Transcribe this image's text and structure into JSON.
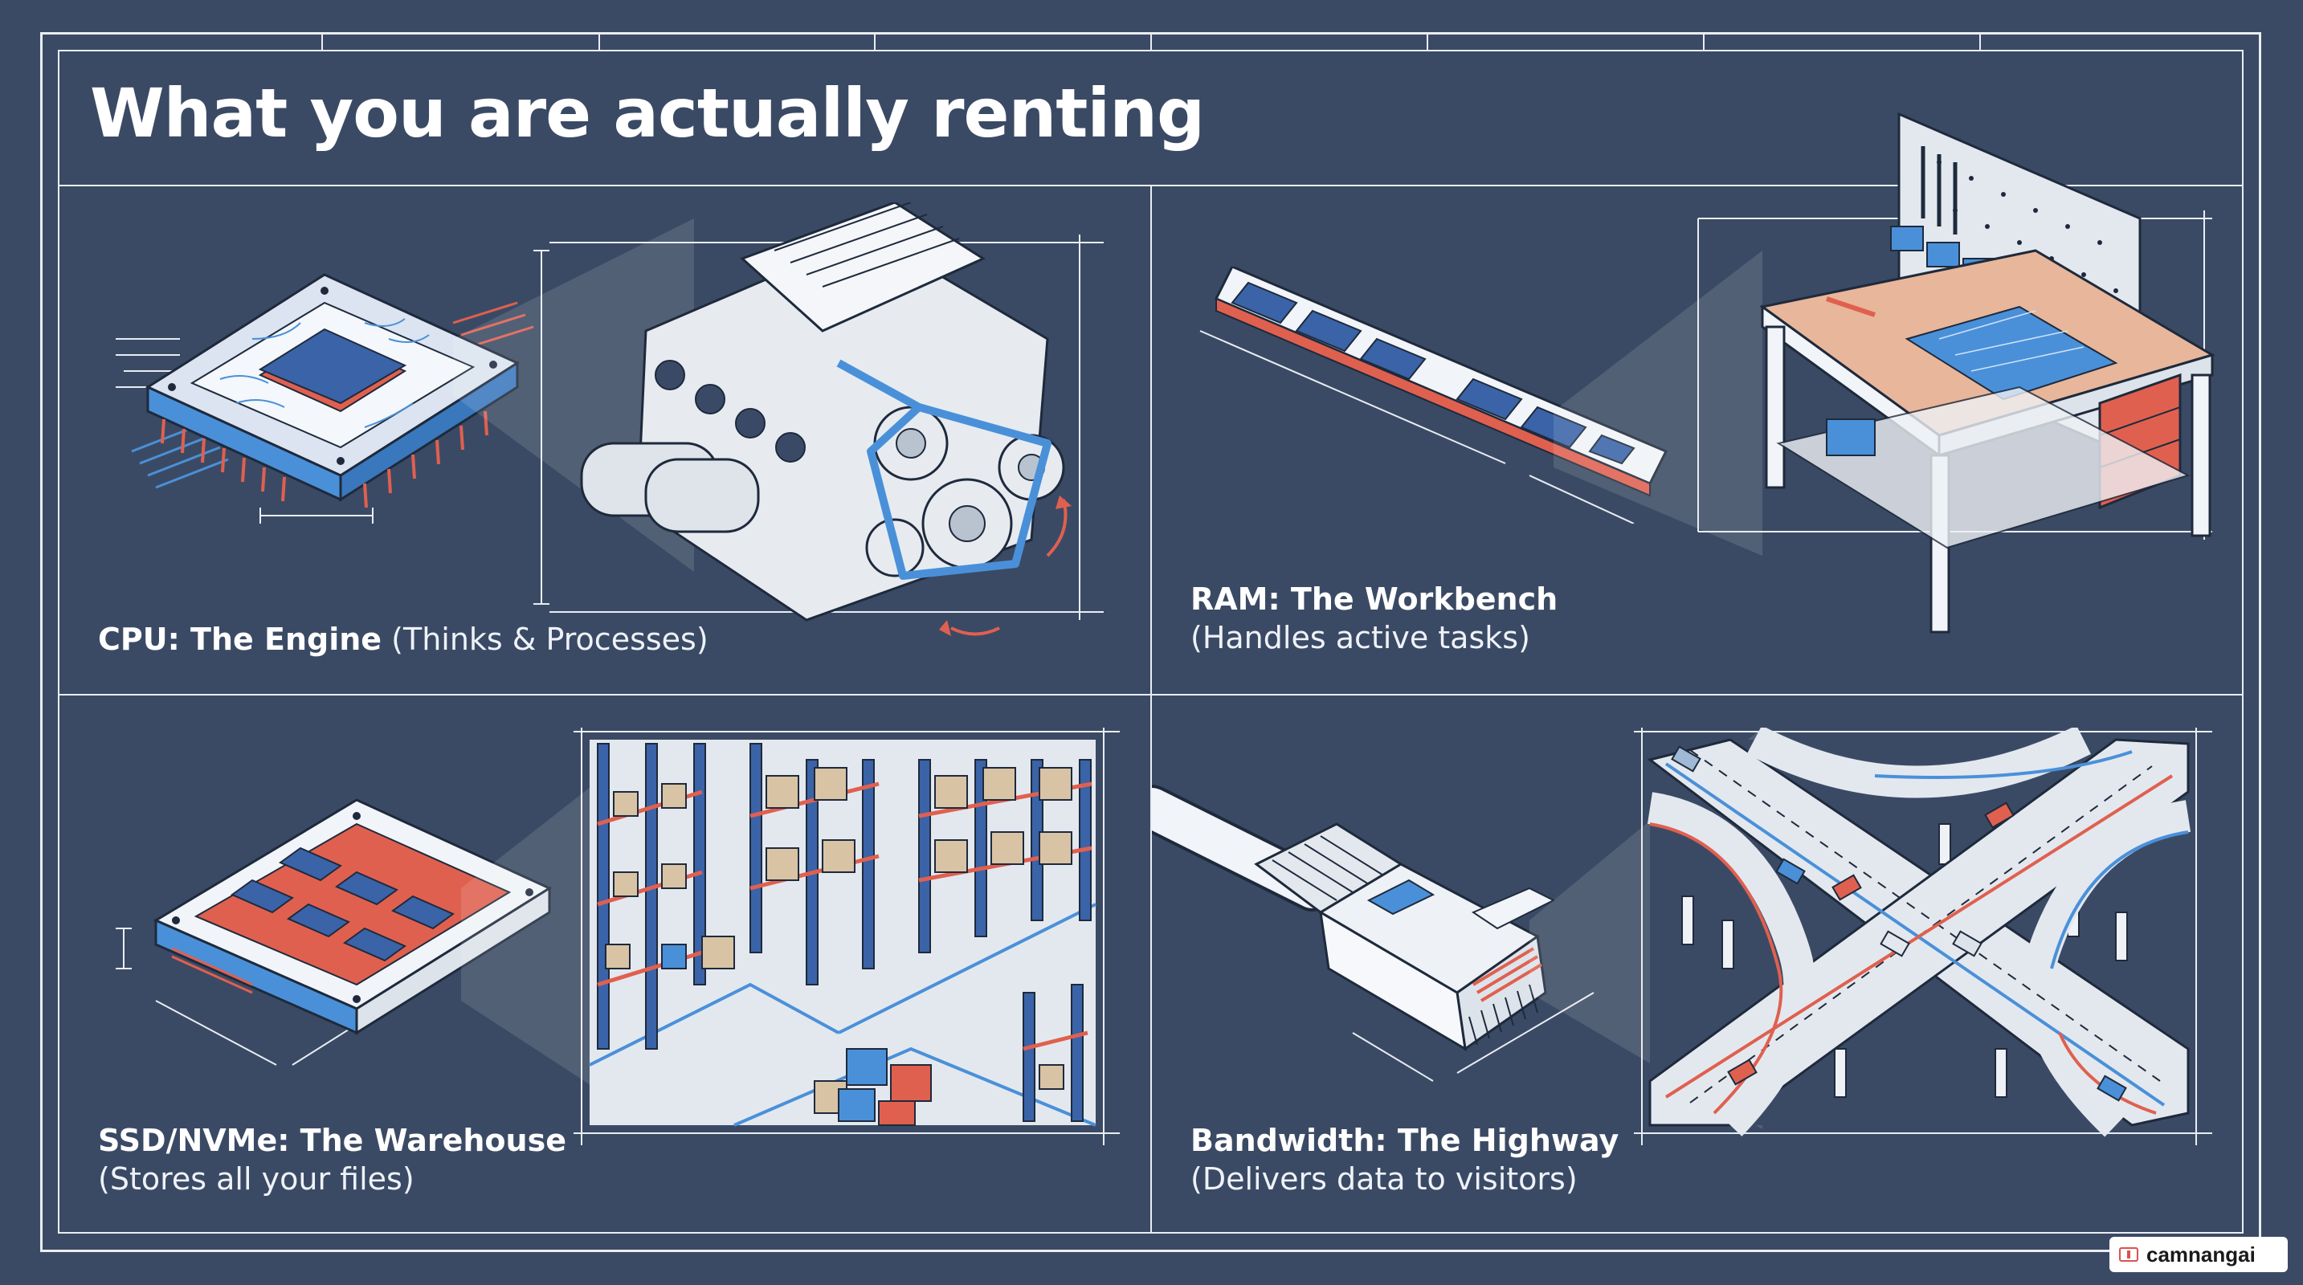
{
  "title": "What you are actually renting",
  "panels": [
    {
      "id": "cpu",
      "name": "CPU: The Engine",
      "desc": "(Thinks & Processes)"
    },
    {
      "id": "ram",
      "name": "RAM: The Workbench",
      "desc": "(Handles active tasks)"
    },
    {
      "id": "ssd",
      "name": "SSD/NVMe: The Warehouse",
      "desc": "(Stores all your files)"
    },
    {
      "id": "bandwidth",
      "name": "Bandwidth: The Highway",
      "desc": "(Delivers data to visitors)"
    }
  ],
  "icons": {
    "cpu": "cpu-chip-icon",
    "engine": "engine-icon",
    "ram": "ram-stick-icon",
    "workbench": "workbench-icon",
    "ssd": "ssd-drive-icon",
    "warehouse": "warehouse-icon",
    "cable": "ethernet-cable-icon",
    "highway": "highway-interchange-icon"
  },
  "colors": {
    "background": "#3b4a64",
    "line": "#e9edf3",
    "accent_blue": "#4a90d9",
    "accent_red": "#e0604f"
  },
  "watermark": {
    "text": "camnangai"
  }
}
